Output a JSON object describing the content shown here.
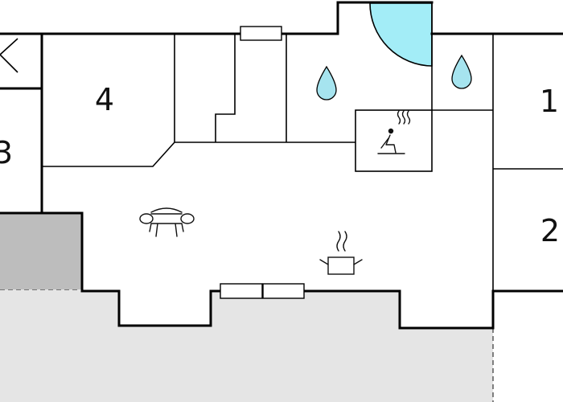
{
  "rooms": {
    "room1": "1",
    "room2": "2",
    "room3": "3",
    "room4": "4"
  },
  "icons": {
    "sofa": "sofa-icon",
    "cooking": "cooking-pot-icon",
    "sauna": "sauna-icon",
    "water_left": "water-drop-icon",
    "water_right": "water-drop-icon",
    "door_swing": "door-swing-icon"
  },
  "colors": {
    "wall": "#000000",
    "terrace": "#e5e5e5",
    "adjacent_block": "#bdbdbd",
    "water": "#a6e4ef",
    "door": "#a3edf7"
  }
}
